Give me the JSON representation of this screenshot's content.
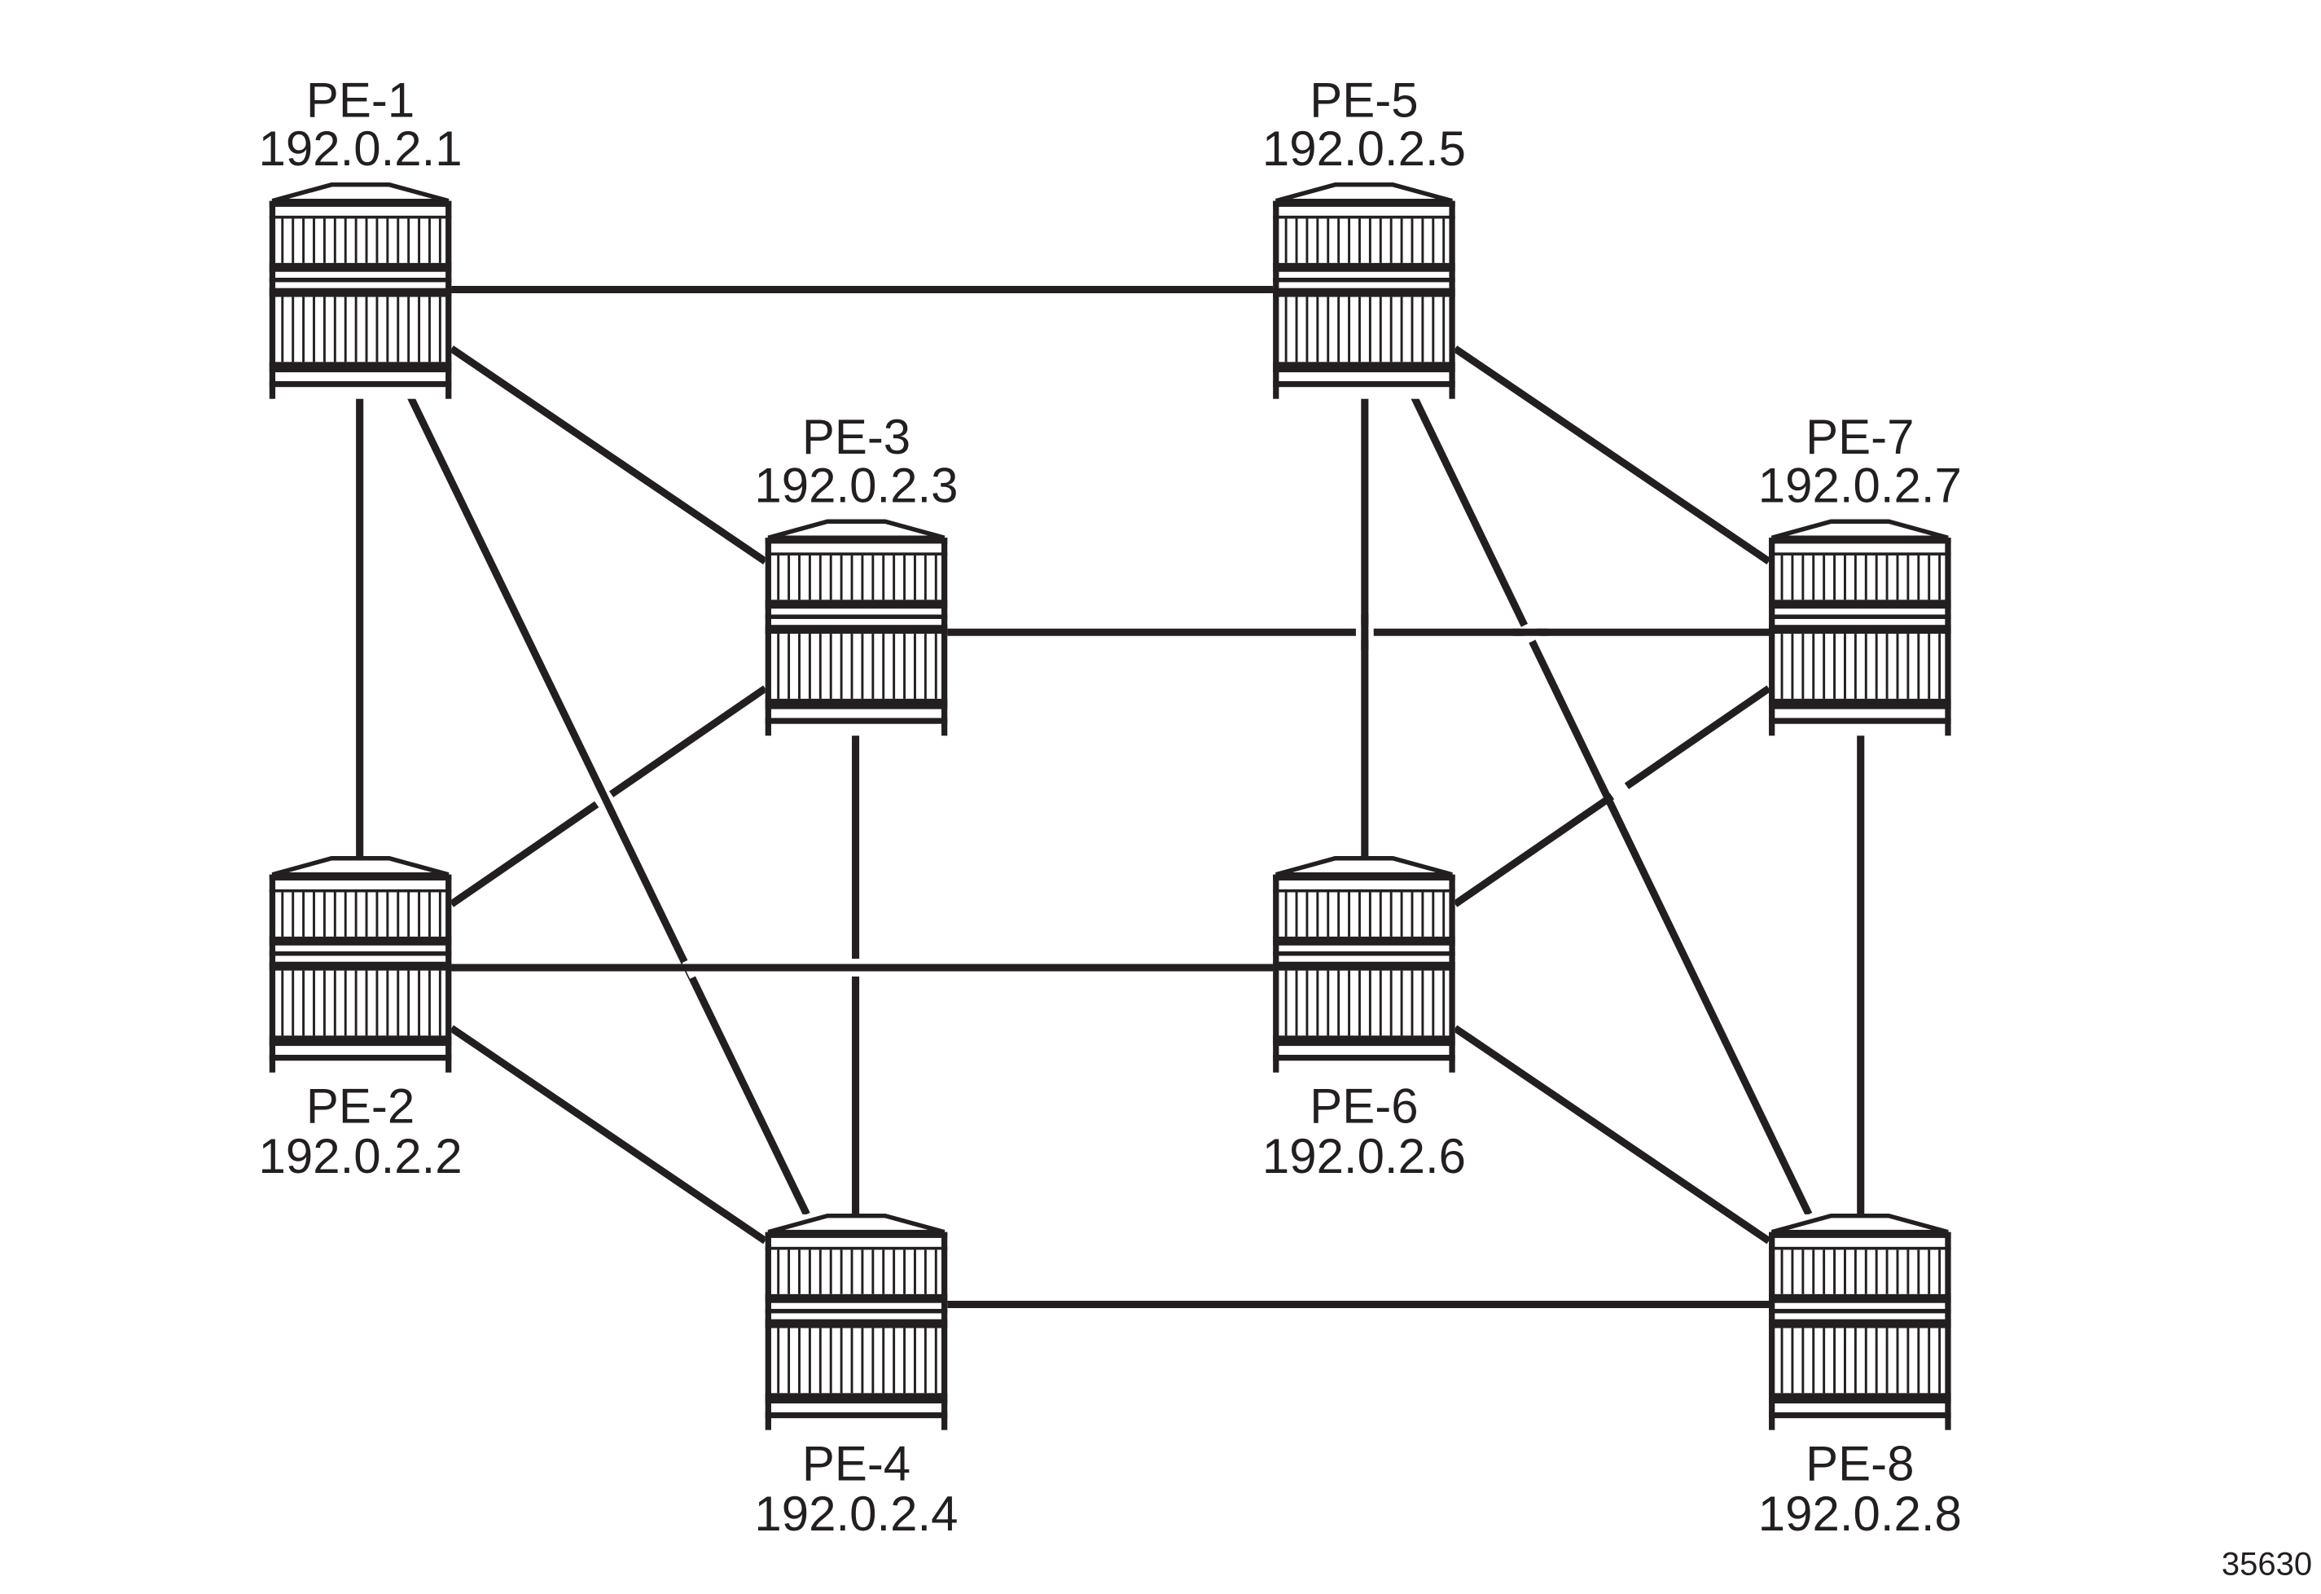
{
  "diagram": {
    "type": "network-topology",
    "figure_number": "35630",
    "nodes": [
      {
        "id": "PE-1",
        "name": "PE-1",
        "address": "192.0.2.1",
        "label_position": "above"
      },
      {
        "id": "PE-2",
        "name": "PE-2",
        "address": "192.0.2.2",
        "label_position": "below"
      },
      {
        "id": "PE-3",
        "name": "PE-3",
        "address": "192.0.2.3",
        "label_position": "above"
      },
      {
        "id": "PE-4",
        "name": "PE-4",
        "address": "192.0.2.4",
        "label_position": "below"
      },
      {
        "id": "PE-5",
        "name": "PE-5",
        "address": "192.0.2.5",
        "label_position": "above"
      },
      {
        "id": "PE-6",
        "name": "PE-6",
        "address": "192.0.2.6",
        "label_position": "below"
      },
      {
        "id": "PE-7",
        "name": "PE-7",
        "address": "192.0.2.7",
        "label_position": "above"
      },
      {
        "id": "PE-8",
        "name": "PE-8",
        "address": "192.0.2.8",
        "label_position": "below"
      }
    ],
    "links": [
      {
        "from": "PE-1",
        "to": "PE-5"
      },
      {
        "from": "PE-1",
        "to": "PE-2"
      },
      {
        "from": "PE-1",
        "to": "PE-3"
      },
      {
        "from": "PE-1",
        "to": "PE-4"
      },
      {
        "from": "PE-3",
        "to": "PE-7"
      },
      {
        "from": "PE-3",
        "to": "PE-2"
      },
      {
        "from": "PE-3",
        "to": "PE-4"
      },
      {
        "from": "PE-5",
        "to": "PE-6"
      },
      {
        "from": "PE-5",
        "to": "PE-7"
      },
      {
        "from": "PE-5",
        "to": "PE-8"
      },
      {
        "from": "PE-7",
        "to": "PE-6"
      },
      {
        "from": "PE-7",
        "to": "PE-8"
      },
      {
        "from": "PE-2",
        "to": "PE-6"
      },
      {
        "from": "PE-2",
        "to": "PE-4"
      },
      {
        "from": "PE-6",
        "to": "PE-8"
      },
      {
        "from": "PE-4",
        "to": "PE-8"
      }
    ],
    "node_icon": "router-icon",
    "colors": {
      "ink": "#231f20",
      "background": "#ffffff"
    }
  }
}
